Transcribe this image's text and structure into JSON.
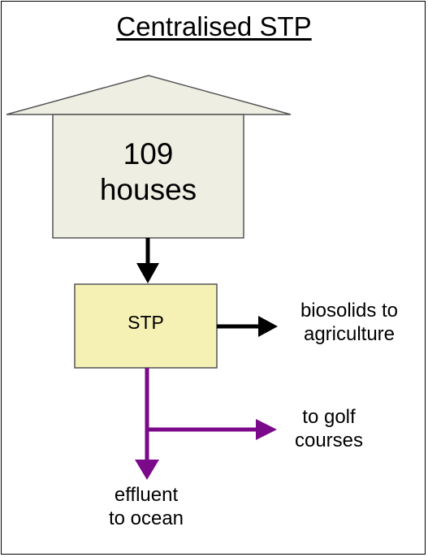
{
  "title": "Centralised STP",
  "house": {
    "line1": "109",
    "line2": "houses"
  },
  "stp": {
    "label": "STP"
  },
  "outputs": {
    "biosolids": {
      "line1": "biosolids to",
      "line2": "agriculture"
    },
    "golf": {
      "line1": "to golf",
      "line2": "courses"
    },
    "ocean": {
      "line1": "effluent",
      "line2": "to ocean"
    }
  },
  "colors": {
    "house_fill": "#EEEEE3",
    "stp_fill": "#F5F0B4",
    "effluent_arrow": "#7A0A8A",
    "solid_arrow": "#000000"
  }
}
